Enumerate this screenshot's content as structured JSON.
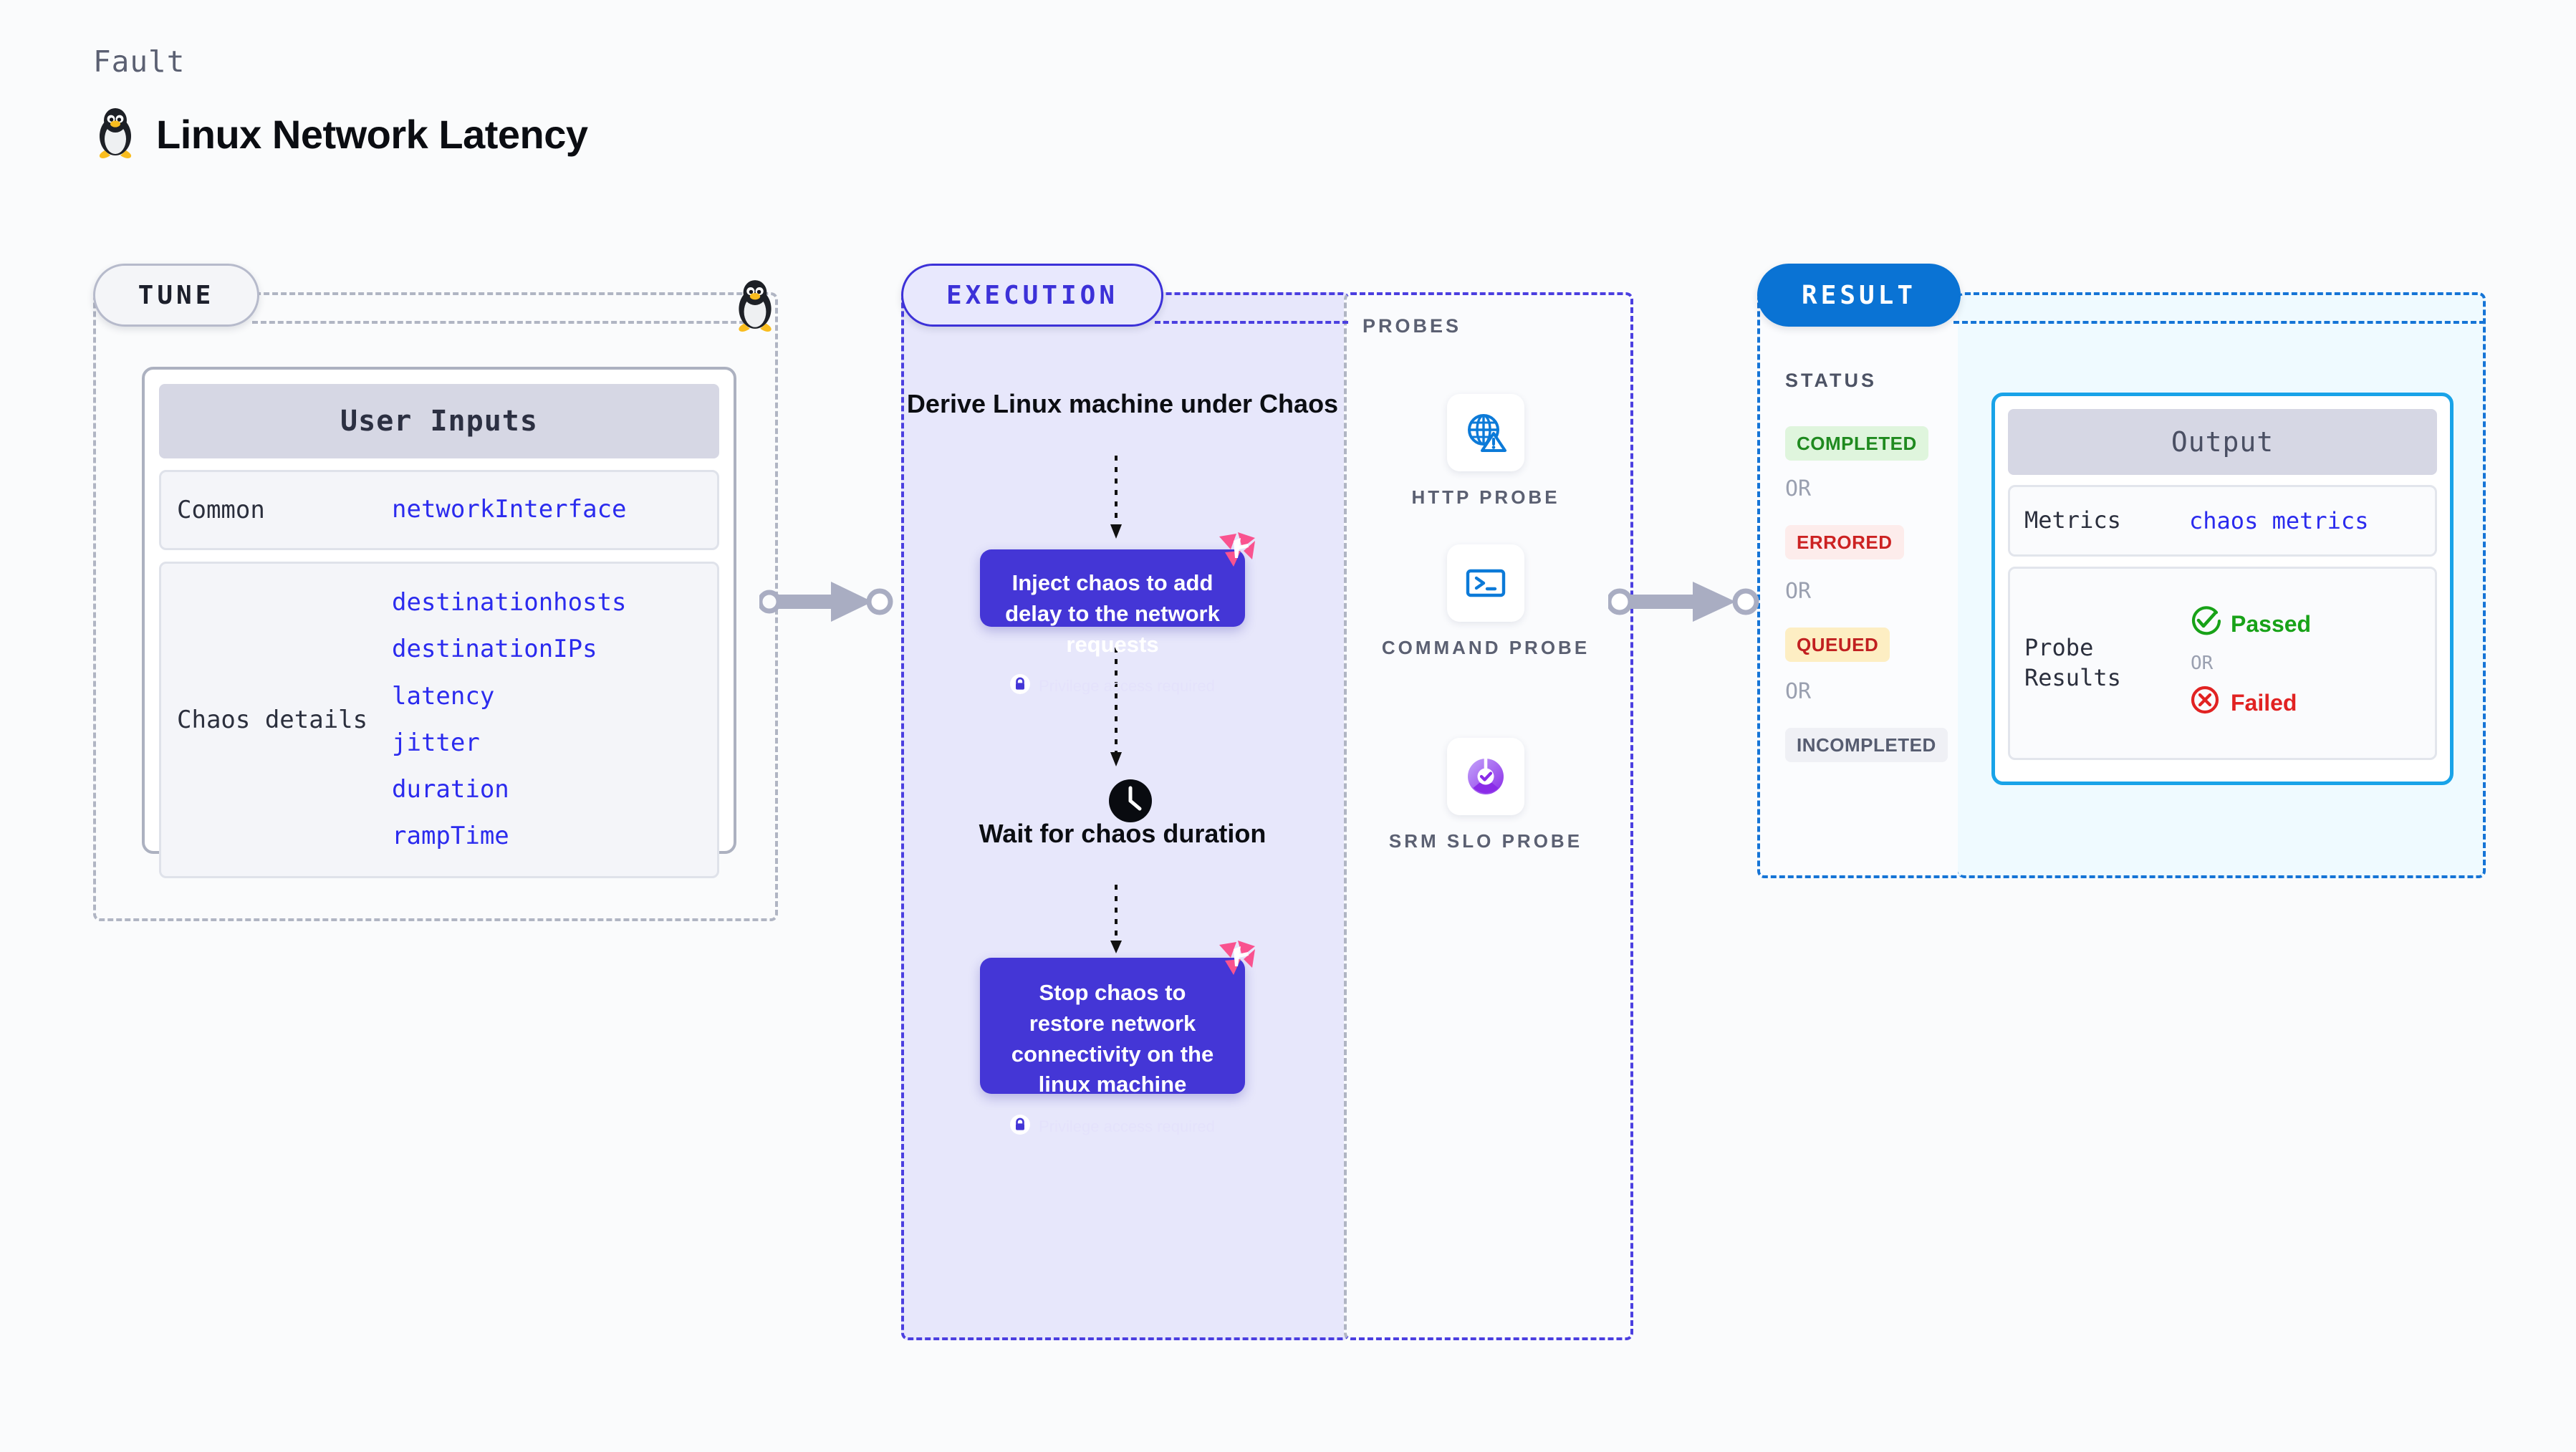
{
  "header": {
    "kicker": "Fault",
    "title": "Linux Network Latency",
    "icon": "linux-penguin-icon"
  },
  "stages": {
    "tune": {
      "label": "TUNE",
      "accent": "#b6bacb"
    },
    "execution": {
      "label": "EXECUTION",
      "accent": "#3c31d8"
    },
    "result": {
      "label": "RESULT",
      "accent": "#0a73d4"
    },
    "probes": {
      "label": "PROBES"
    }
  },
  "tune": {
    "card_title": "User Inputs",
    "blocks": [
      {
        "label": "Common",
        "values": [
          "networkInterface"
        ]
      },
      {
        "label": "Chaos details",
        "values": [
          "destinationhosts",
          "destinationIPs",
          "latency",
          "jitter",
          "duration",
          "rampTime"
        ]
      }
    ]
  },
  "execution": {
    "derive_step": "Derive Linux machine under Chaos",
    "inject_step": {
      "title": "Inject chaos to add delay to the network requests",
      "privilege": "Privilege access required",
      "icon": "lock-icon",
      "corner_icon": "harness-logo-icon"
    },
    "wait_step": {
      "label": "Wait for chaos duration",
      "icon": "clock-icon"
    },
    "stop_step": {
      "title": "Stop chaos to restore network connectivity on the linux machine",
      "privilege": "Privilege access required",
      "icon": "lock-icon",
      "corner_icon": "harness-logo-icon"
    }
  },
  "probes": [
    {
      "name": "HTTP PROBE",
      "icon": "globe-warning-icon"
    },
    {
      "name": "COMMAND PROBE",
      "icon": "terminal-icon"
    },
    {
      "name": "SRM SLO PROBE",
      "icon": "slo-check-icon"
    }
  ],
  "result": {
    "status_label": "STATUS",
    "or_label": "OR",
    "statuses": [
      {
        "label": "COMPLETED",
        "bg": "#dff5dd",
        "fg": "#1f8a1f"
      },
      {
        "label": "ERRORED",
        "bg": "#fdeceb",
        "fg": "#cc2222"
      },
      {
        "label": "QUEUED",
        "bg": "#fdeec3",
        "fg": "#c12020"
      },
      {
        "label": "INCOMPLETED",
        "bg": "#eff0f5",
        "fg": "#565c70"
      }
    ],
    "output": {
      "card_title": "Output",
      "metrics_label": "Metrics",
      "metrics_value": "chaos metrics",
      "probe_label": "Probe Results",
      "passed_label": "Passed",
      "failed_label": "Failed",
      "or_label": "OR",
      "passed_icon": "check-circle-icon",
      "failed_icon": "x-circle-icon"
    }
  }
}
